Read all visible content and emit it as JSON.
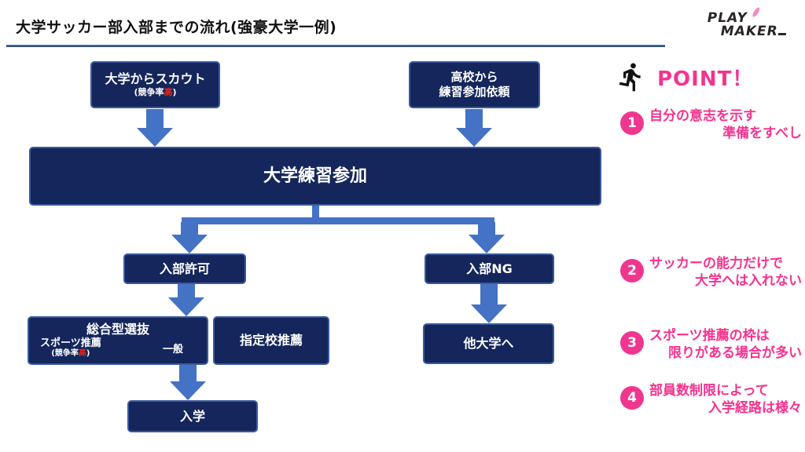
{
  "colors": {
    "box_navy": "#14265B",
    "box_border": "#3A5A9F",
    "arrow_blue": "#4472C4",
    "pink": "#F5338F",
    "accent_red": "#E8231A",
    "divider_blue": "#33507E",
    "logo_dark": "#2B2526"
  },
  "header": {
    "title": "大学サッカー部入部までの流れ(強豪大学一例)",
    "logo": {
      "line1": "PLAY",
      "line2": "MAKER"
    }
  },
  "flow": {
    "scout": {
      "title": "大学からスカウト",
      "note_prefix": "(競争率",
      "note_accent": "高",
      "note_suffix": ")"
    },
    "hs_request": {
      "line1": "高校から",
      "line2": "練習参加依頼"
    },
    "practice": {
      "label": "大学練習参加"
    },
    "approved": {
      "label": "入部許可"
    },
    "rejected": {
      "label": "入部NG"
    },
    "sogo": {
      "title": "総合型選抜",
      "sports": "スポーツ推薦",
      "sports_note_prefix": "(競争率",
      "sports_note_accent": "高",
      "sports_note_suffix": ")",
      "general": "一般"
    },
    "shitei": {
      "label": "指定校推薦"
    },
    "other_univ": {
      "label": "他大学へ"
    },
    "admission": {
      "label": "入学"
    }
  },
  "points": {
    "heading": "POINT！",
    "items": [
      {
        "num": "1",
        "line1": "自分の意志を示す",
        "line2": "準備をすべし"
      },
      {
        "num": "2",
        "line1": "サッカーの能力だけで",
        "line2": "大学へは入れない"
      },
      {
        "num": "3",
        "line1": "スポーツ推薦の枠は",
        "line2": "限りがある場合が多い"
      },
      {
        "num": "4",
        "line1": "部員数制限によって",
        "line2": "入学経路は様々"
      }
    ]
  }
}
